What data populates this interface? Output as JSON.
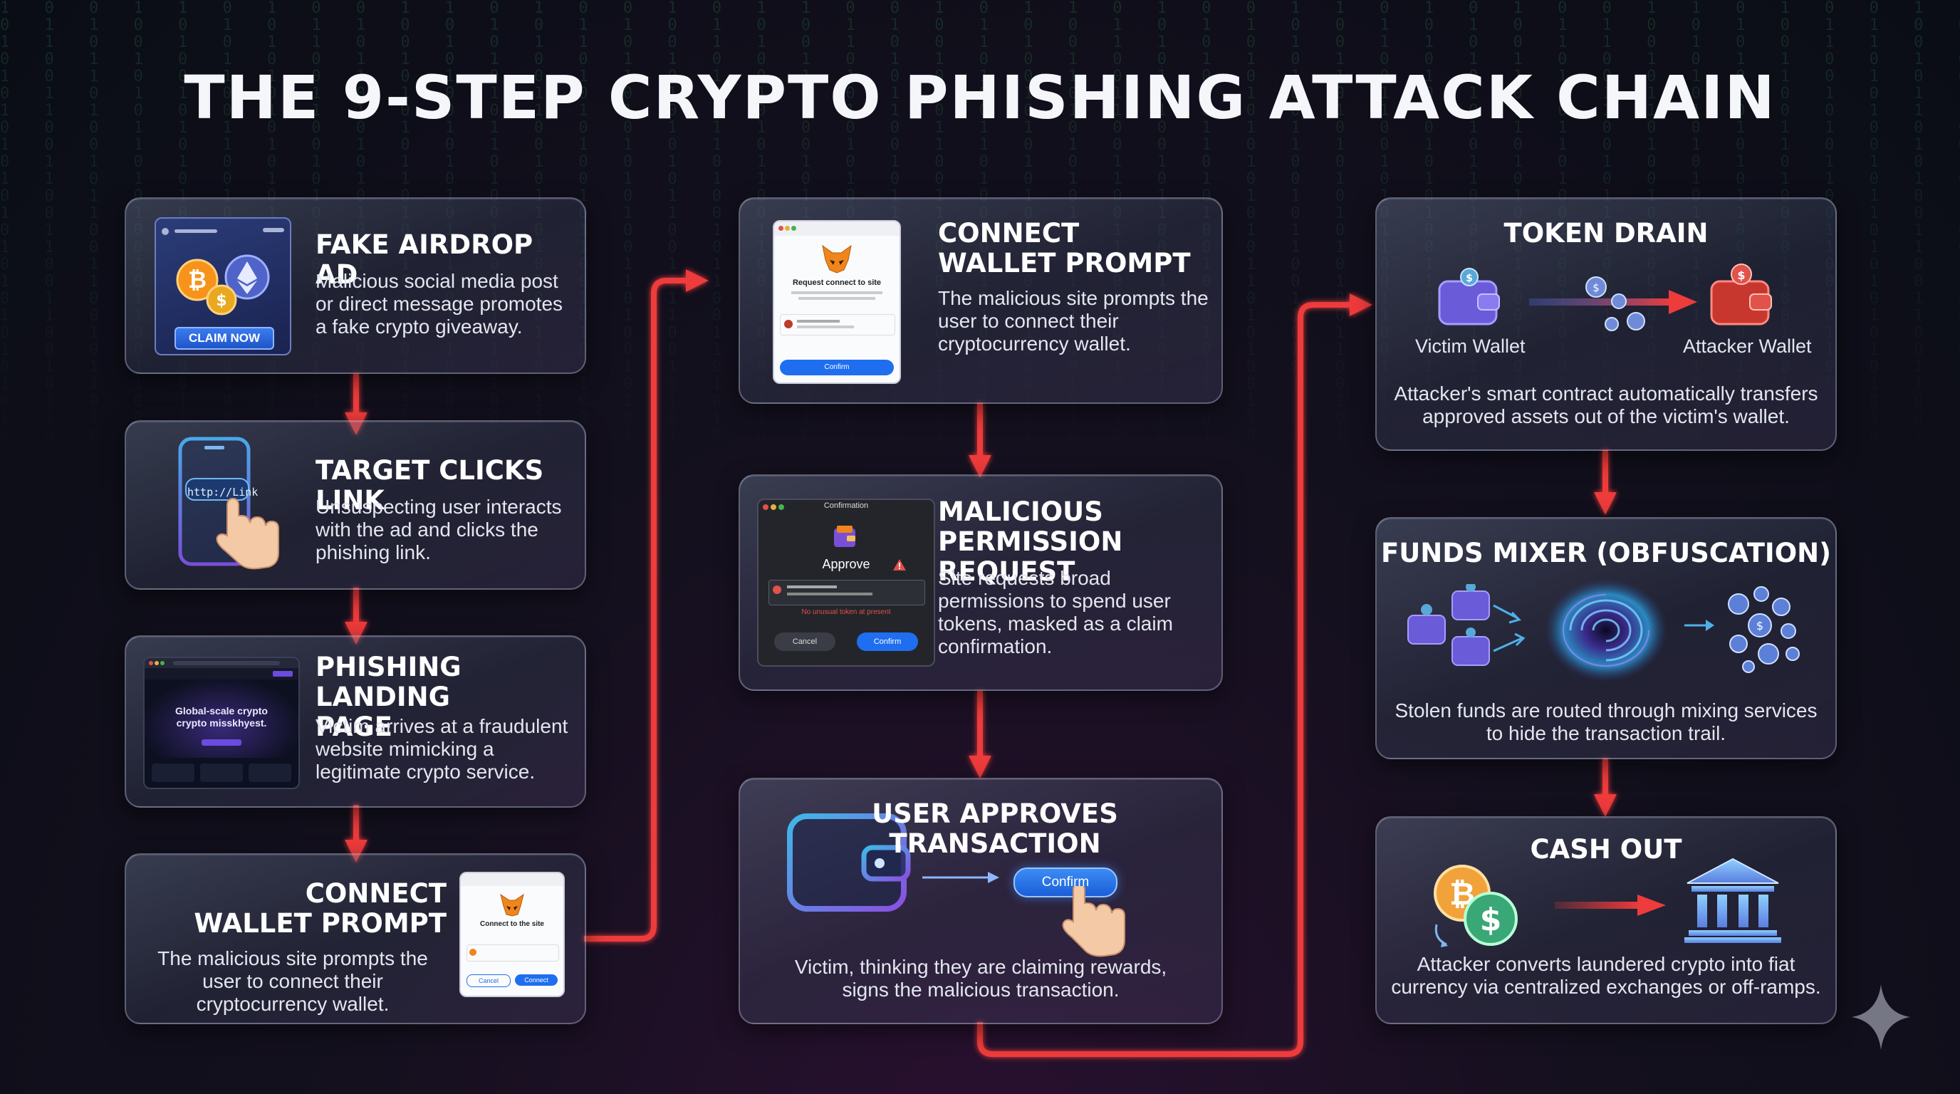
{
  "title": "THE 9-STEP CRYPTO PHISHING ATTACK CHAIN",
  "steps": [
    {
      "heading": "FAKE AIRDROP AD",
      "desc": "Malicious social media post or direct message promotes a fake crypto giveaway.",
      "button": "CLAIM NOW"
    },
    {
      "heading": "TARGET CLICKS LINK",
      "desc": "Unsuspecting user interacts with the ad and clicks the phishing link.",
      "url_label": "http://Link"
    },
    {
      "heading": "PHISHING LANDING PAGE",
      "desc": "Victim arrives at a fraudulent website mimicking a legitimate crypto service.",
      "mock_text": "Global-scale crypto crypto misskhyest."
    },
    {
      "heading": "CONNECT WALLET PROMPT",
      "desc": "The malicious site prompts the user to connect their cryptocurrency wallet.",
      "mock_title": "Connect to the site",
      "mock_cancel": "Cancel",
      "mock_confirm": "Connect"
    },
    {
      "heading": "CONNECT WALLET PROMPT",
      "desc": "The malicious site prompts the user to connect their cryptocurrency wallet.",
      "mock_title": "Request connect to site",
      "mock_confirm": "Confirm"
    },
    {
      "heading": "MALICIOUS PERMISSION REQUEST",
      "desc": "Site requests broad permissions to spend user tokens, masked as a claim confirmation.",
      "mock_window": "Confirmation",
      "mock_approve": "Approve",
      "mock_warning": "No unusual token at present",
      "mock_cancel": "Cancel",
      "mock_confirm": "Confirm"
    },
    {
      "heading": "USER APPROVES TRANSACTION",
      "desc": "Victim, thinking they are claiming rewards, signs the malicious transaction.",
      "button": "Confirm"
    },
    {
      "heading": "TOKEN DRAIN",
      "desc": "Attacker's smart contract automatically transfers approved assets out of the victim's wallet.",
      "victim_label": "Victim Wallet",
      "attacker_label": "Attacker Wallet"
    },
    {
      "heading": "FUNDS MIXER (OBFUSCATION)",
      "desc": "Stolen funds are routed through mixing services to hide the transaction trail."
    },
    {
      "heading": "CASH OUT",
      "desc": "Attacker converts laundered crypto into fiat currency via centralized exchanges or off-ramps."
    }
  ],
  "colors": {
    "arrow": "#ee3b3b",
    "confirm_blue": "#1f6ef0",
    "bitcoin": "#f7931a",
    "ethereum": "#627eea",
    "dollar": "#3aa776"
  },
  "icons": [
    "bitcoin-icon",
    "ethereum-icon",
    "dollar-coin-icon",
    "phone-icon",
    "pointing-hand-icon",
    "fox-icon",
    "wallet-icon",
    "warning-icon",
    "vortex-icon",
    "bank-icon",
    "sparkle-icon"
  ]
}
